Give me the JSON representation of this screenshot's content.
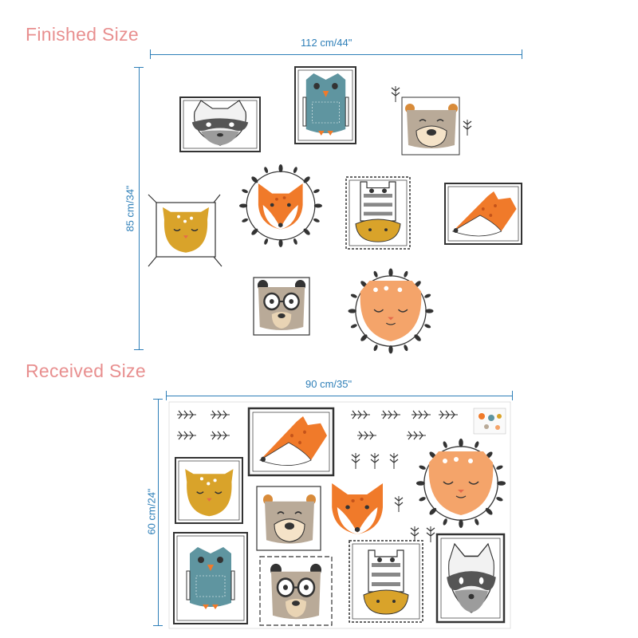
{
  "finished": {
    "title": "Finished Size",
    "width_label": "112 cm/44\"",
    "height_label": "85 cm/34\""
  },
  "received": {
    "title": "Received Size",
    "width_label": "90 cm/35\"",
    "height_label": "60 cm/24\""
  },
  "colors": {
    "title_pink": "#e88f8f",
    "dimension_blue": "#2e7fb8",
    "fox_orange": "#f07a2a",
    "mustard": "#d9a32a",
    "teal": "#5f95a0",
    "bear_brown": "#b9aa98",
    "peach": "#f4a46a",
    "raccoon_grey": "#9c9c9c",
    "line_dark": "#333333"
  },
  "stickers": {
    "finished": [
      "raccoon",
      "owl",
      "bear",
      "deer",
      "fox-wreath",
      "zebra",
      "fox-side",
      "bear-glasses",
      "cat-wreath"
    ],
    "received": [
      "fox-side",
      "cat-wreath",
      "deer",
      "bear",
      "fox",
      "owl",
      "bear-glasses",
      "zebra",
      "raccoon"
    ]
  }
}
